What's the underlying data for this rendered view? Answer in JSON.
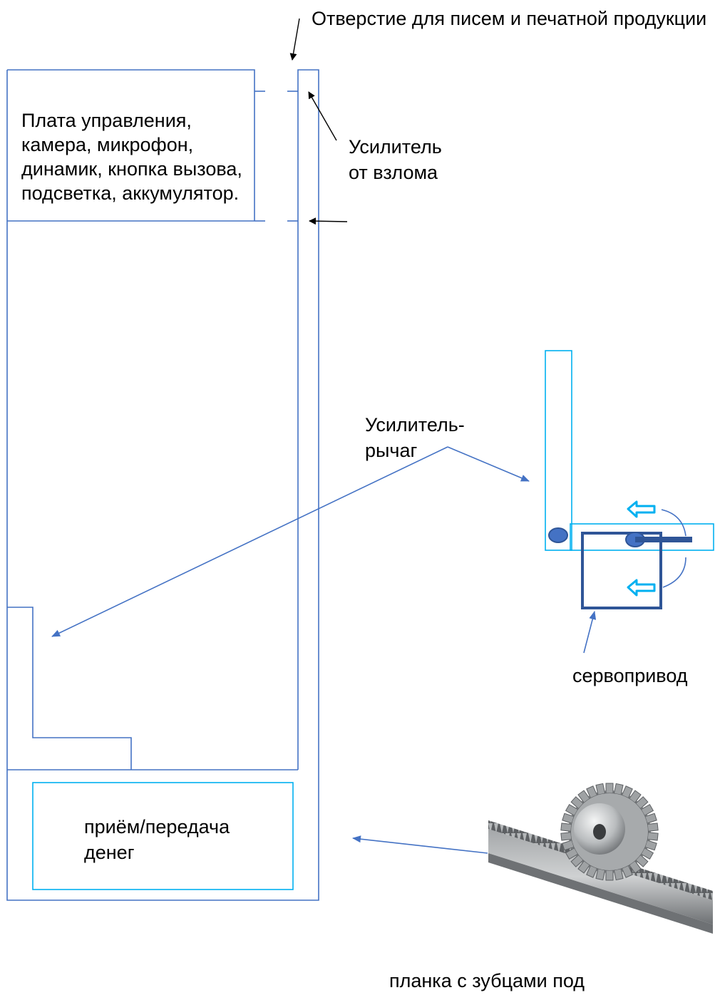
{
  "labels": {
    "mail_slot": "Отверстие для писем и печатной продукции",
    "control_board": "Плата управления, камера, микрофон, динамик, кнопка вызова, подсветка, аккумулятор.",
    "anti_break_reinforcer": "Усилитель от взлома",
    "lever_reinforcer": "Усилитель-рычаг",
    "servo": "сервопривод",
    "money_transfer": "приём/передача денег",
    "toothed_rack": "планка с зубцами под"
  },
  "icons": {
    "arrows": "arrow-icon",
    "gear": "gear-rack-icon",
    "motion": "motion-arrow-icon"
  },
  "colors": {
    "outline": "#4472c4",
    "accent_cyan": "#00b0f0",
    "servo_dark": "#2f5597",
    "arrow_black": "#000000"
  }
}
